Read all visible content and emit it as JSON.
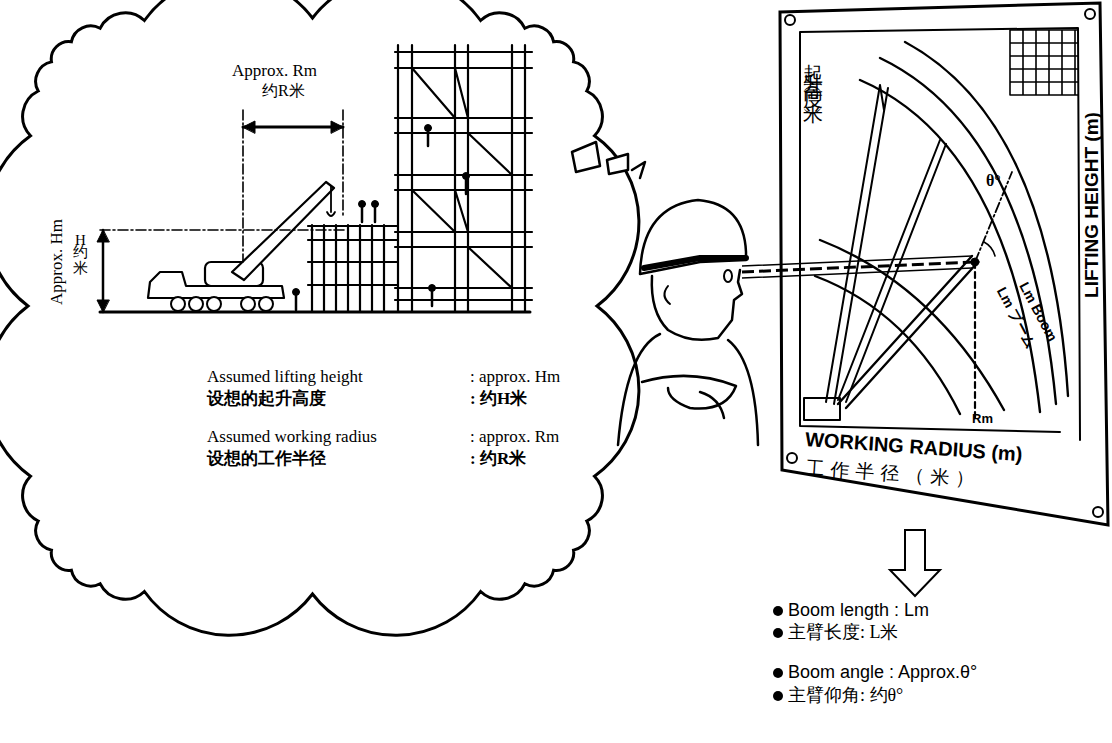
{
  "diagram": {
    "nodes": [
      {
        "text": [
          "Approx. Rm",
          "约R米",
          "Approx. Hm",
          "约H米",
          "Assumed lifting height",
          ": approx. Hm",
          "设想的起升高度",
          ": 约H米",
          "Assumed working radius",
          ": approx. Rm",
          "设想的工作半径",
          ": 约R米"
        ]
      },
      {
        "text": [
          "起升高度（米）",
          "LIFTING HEIGHT (m)",
          "WORKING RADIUS (m)",
          "工作半径（米）",
          "θ°",
          "Lm Boom",
          "Lm ブーム",
          "Rm"
        ]
      }
    ],
    "labels": [
      "Boom length : Lm",
      "主臂长度: L米",
      "Boom angle : Approx.θ°",
      "主臂仰角: 约θ°"
    ]
  }
}
